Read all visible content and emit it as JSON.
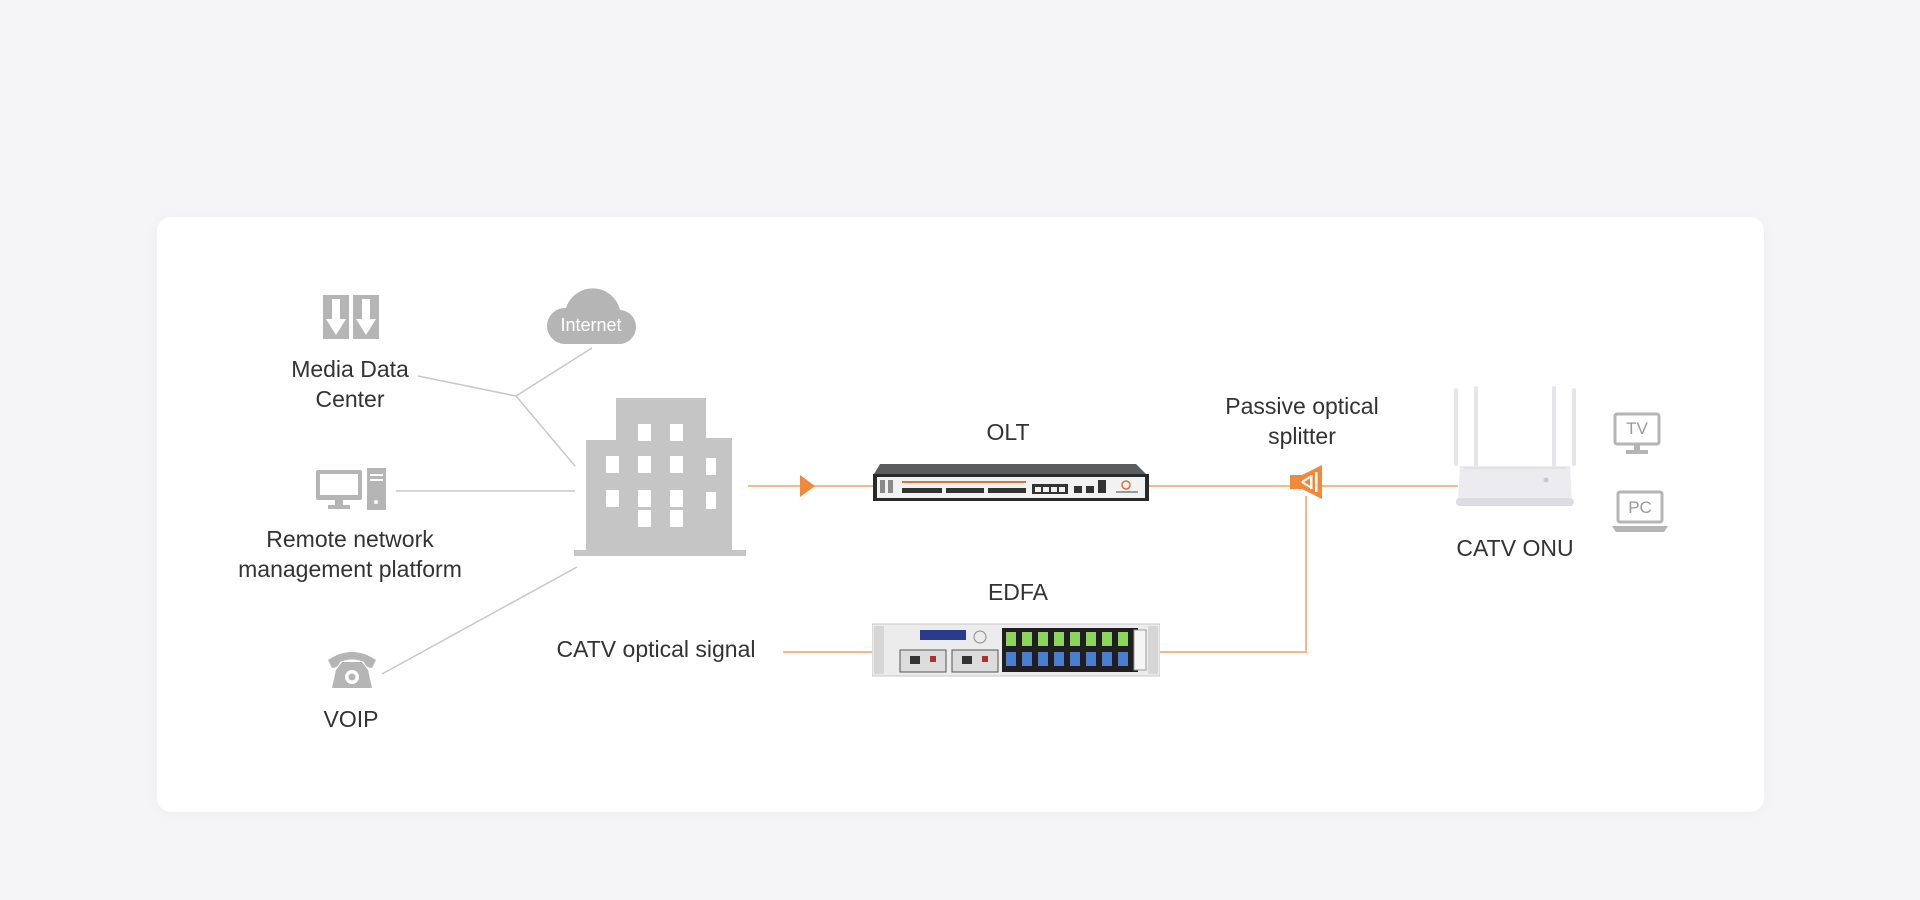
{
  "diagram": {
    "internet_label": "Internet",
    "media_label": [
      "Media Data",
      "Center"
    ],
    "remote_label": [
      "Remote network",
      "management platform"
    ],
    "voip_label": "VOIP",
    "olt_label": "OLT",
    "edfa_label": "EDFA",
    "catv_signal_label": "CATV optical signal",
    "splitter_label": [
      "Passive optical",
      "splitter"
    ],
    "onu_label": "CATV ONU",
    "tv_label": "TV",
    "pc_label": "PC"
  },
  "colors": {
    "accent": "#f08a3a",
    "icon_gray": "#b5b5b5",
    "line_gray": "#c8c8c8",
    "background": "#f5f5f7",
    "card": "#ffffff"
  },
  "icons": [
    "download-arrows-icon",
    "cloud-icon",
    "desktop-computer-icon",
    "telephone-icon",
    "building-icon",
    "olt-device-icon",
    "edfa-device-icon",
    "splitter-icon",
    "router-icon",
    "tv-icon",
    "laptop-icon"
  ]
}
